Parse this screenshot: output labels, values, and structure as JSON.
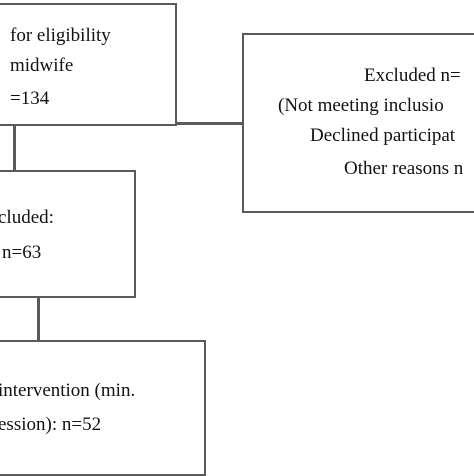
{
  "boxes": {
    "assessed": {
      "line1": "for eligibility",
      "line2": "midwife",
      "line3": "=134"
    },
    "excluded": {
      "line1": "Excluded n=",
      "line2": "(Not meeting inclusio",
      "line3": "Declined participat",
      "line4": "Other reasons n"
    },
    "included": {
      "line1": "cluded:",
      "line2": "n=63"
    },
    "intervention": {
      "line1": "intervention  (min.",
      "line2": "ession): n=52"
    }
  }
}
